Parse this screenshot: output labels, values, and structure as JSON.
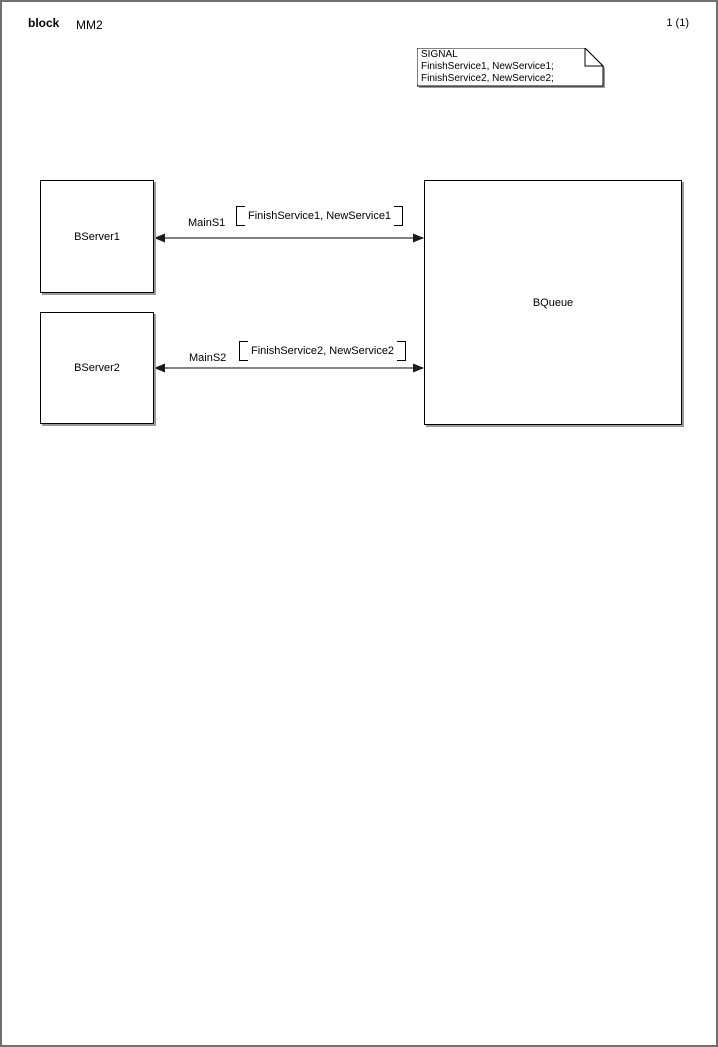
{
  "header": {
    "kind_label": "block",
    "diagram_name": "MM2",
    "page_number": "1 (1)"
  },
  "signal_note": {
    "lines": [
      "SIGNAL",
      "FinishService1, NewService1;",
      "FinishService2, NewService2;"
    ]
  },
  "blocks": [
    {
      "name": "BServer1"
    },
    {
      "name": "BServer2"
    },
    {
      "name": "BQueue"
    }
  ],
  "channels": [
    {
      "name": "MainS1",
      "signal_list": "FinishService1, NewService1",
      "from": "BServer1",
      "to": "BQueue",
      "bidirectional": true
    },
    {
      "name": "MainS2",
      "signal_list": "FinishService2, NewService2",
      "from": "BServer2",
      "to": "BQueue",
      "bidirectional": true
    }
  ],
  "colors": {
    "channel_line": "#808080",
    "symbol_border": "#000000",
    "shadow": "#9a9a9a",
    "page_border": "#6f6f6f",
    "background": "#ffffff"
  }
}
